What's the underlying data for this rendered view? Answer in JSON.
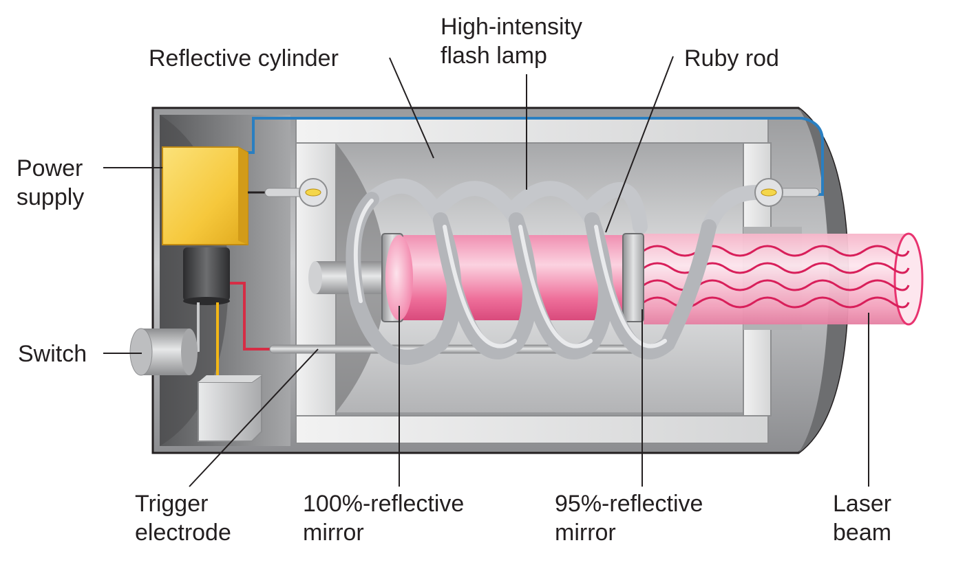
{
  "labels": {
    "reflective_cylinder": "Reflective cylinder",
    "flash_lamp": [
      "High-intensity",
      "flash lamp"
    ],
    "ruby_rod": "Ruby rod",
    "power_supply": [
      "Power",
      "supply"
    ],
    "switch": "Switch",
    "trigger_electrode": [
      "Trigger",
      "electrode"
    ],
    "mirror_100": [
      "100%-reflective",
      "mirror"
    ],
    "mirror_95": [
      "95%-reflective",
      "mirror"
    ],
    "laser_beam": [
      "Laser",
      "beam"
    ]
  }
}
